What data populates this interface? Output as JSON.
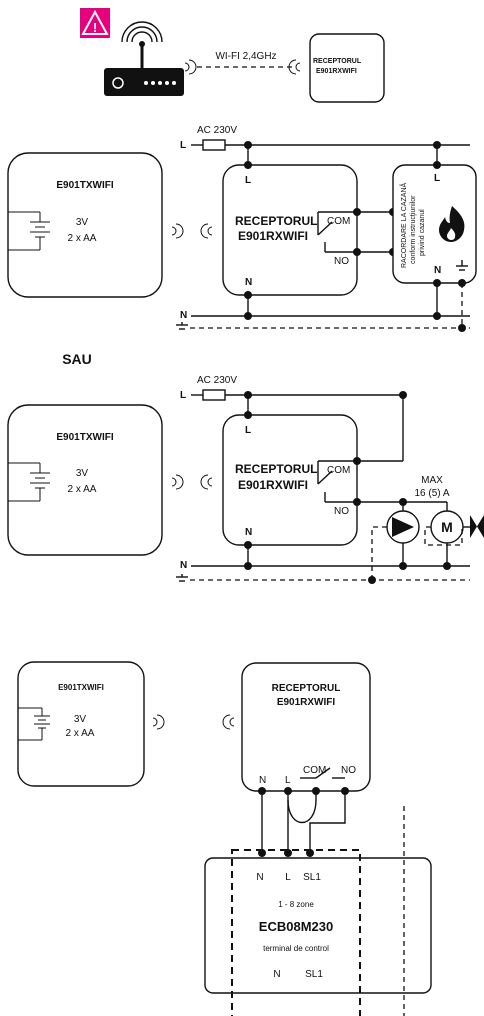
{
  "warning": {
    "symbol": "!"
  },
  "top": {
    "wifi_label": "WI-FI 2,4GHz",
    "receiver_line1": "RECEPTORUL",
    "receiver_line2": "E901RXWIFI"
  },
  "section1": {
    "supply": "AC 230V",
    "L": "L",
    "N": "N",
    "tx_name": "E901TXWIFI",
    "tx_voltage": "3V",
    "tx_batt": "2 x AA",
    "rx_line1": "RECEPTORUL",
    "rx_line2": "E901RXWIFI",
    "rx_L": "L",
    "rx_N": "N",
    "com": "COM",
    "no": "NO",
    "boiler_line1": "RACORDARE LA CAZANĂ",
    "boiler_line2": "conform instrucţiunilor",
    "boiler_line3": "privind cazanul",
    "boiler_L": "L",
    "boiler_N": "N"
  },
  "sau": "SAU",
  "section2": {
    "supply": "AC 230V",
    "L": "L",
    "N": "N",
    "tx_name": "E901TXWIFI",
    "tx_voltage": "3V",
    "tx_batt": "2 x AA",
    "rx_line1": "RECEPTORUL",
    "rx_line2": "E901RXWIFI",
    "rx_L": "L",
    "rx_N": "N",
    "com": "COM",
    "no": "NO",
    "max_line1": "MAX",
    "max_line2": "16 (5) A",
    "motor": "M"
  },
  "section3": {
    "tx_name": "E901TXWIFI",
    "tx_voltage": "3V",
    "tx_batt": "2 x AA",
    "rx_line1": "RECEPTORUL",
    "rx_line2": "E901RXWIFI",
    "rx_N": "N",
    "rx_L": "L",
    "com": "COM",
    "no": "NO",
    "term_N": "N",
    "term_L": "L",
    "term_SL1": "SL1",
    "zones": "1 - 8 zone",
    "model": "ECB08M230",
    "desc": "terminal de control",
    "bottom_N": "N",
    "bottom_SL1": "SL1"
  }
}
